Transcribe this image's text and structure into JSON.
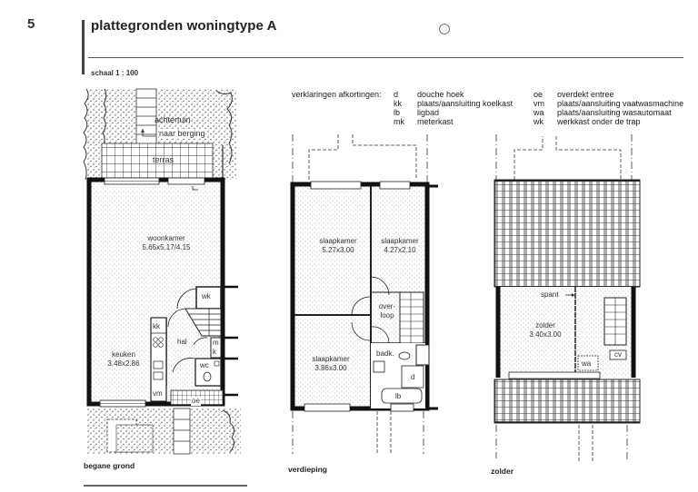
{
  "page": {
    "number": "5",
    "title": "plattegronden woningtype A",
    "scale": "schaal 1 : 100"
  },
  "legend": {
    "heading": "verklaringen afkortingen:",
    "left": [
      {
        "abbr": "d",
        "text": "douche hoek"
      },
      {
        "abbr": "kk",
        "text": "plaats/aansluiting koelkast"
      },
      {
        "abbr": "lb",
        "text": "ligbad"
      },
      {
        "abbr": "mk",
        "text": "meterkast"
      }
    ],
    "right": [
      {
        "abbr": "oe",
        "text": "overdekt entree"
      },
      {
        "abbr": "vm",
        "text": "plaats/aansluiting vaatwasmachine"
      },
      {
        "abbr": "wa",
        "text": "plaats/aansluiting wasautomaat"
      },
      {
        "abbr": "wk",
        "text": "werkkast onder de trap"
      }
    ]
  },
  "plans": {
    "ground": {
      "caption": "begane grond",
      "achtertuin": "achtertuin",
      "naar_berging": "naar berging",
      "terras": "terras",
      "woonkamer": {
        "name": "woonkamer",
        "size": "5.65x5.17/4.15"
      },
      "keuken": {
        "name": "keuken",
        "size": "3.48x2.86"
      },
      "hal": "hal",
      "wk": "wk",
      "kk": "kk",
      "vm": "vm",
      "m": "m",
      "k": "k",
      "wc": "wc",
      "oe": "oe"
    },
    "first": {
      "caption": "verdieping",
      "slaapkamer1": {
        "name": "slaapkamer",
        "size": "5.27x3.00"
      },
      "slaapkamer2": {
        "name": "slaapkamer",
        "size": "4.27x2.10"
      },
      "slaapkamer3": {
        "name": "slaapkamer",
        "size": "3.86x3.00"
      },
      "overloop1": "over-",
      "overloop2": "loop",
      "badk": "badk.",
      "d": "d",
      "lb": "lb"
    },
    "attic": {
      "caption": "zolder",
      "zolder": {
        "name": "zolder",
        "size": "3.40x3.00"
      },
      "spant": "spant",
      "wa": "wa",
      "cv": "cv"
    }
  }
}
